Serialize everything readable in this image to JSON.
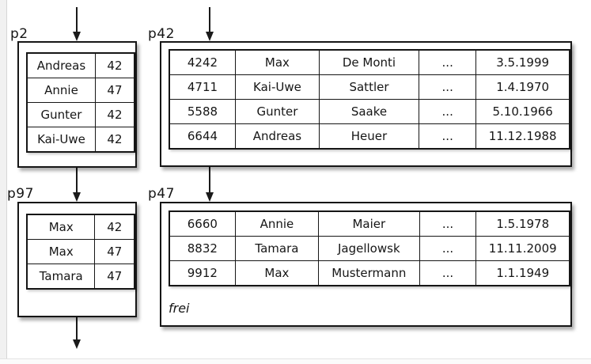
{
  "colors": {
    "ink": "#161616",
    "background": "#ffffff"
  },
  "pages": {
    "p2": {
      "label": "p2",
      "rows": [
        [
          "Andreas",
          "42"
        ],
        [
          "Annie",
          "47"
        ],
        [
          "Gunter",
          "42"
        ],
        [
          "Kai-Uwe",
          "42"
        ]
      ]
    },
    "p42": {
      "label": "p42",
      "rows": [
        [
          "4242",
          "Max",
          "De Monti",
          "...",
          "3.5.1999"
        ],
        [
          "4711",
          "Kai-Uwe",
          "Sattler",
          "...",
          "1.4.1970"
        ],
        [
          "5588",
          "Gunter",
          "Saake",
          "...",
          "5.10.1966"
        ],
        [
          "6644",
          "Andreas",
          "Heuer",
          "...",
          "11.12.1988"
        ]
      ]
    },
    "p97": {
      "label": "p97",
      "rows": [
        [
          "Max",
          "42"
        ],
        [
          "Max",
          "47"
        ],
        [
          "Tamara",
          "47"
        ]
      ]
    },
    "p47": {
      "label": "p47",
      "rows": [
        [
          "6660",
          "Annie",
          "Maier",
          "...",
          "1.5.1978"
        ],
        [
          "8832",
          "Tamara",
          "Jagellowsk",
          "...",
          "11.11.2009"
        ],
        [
          "9912",
          "Max",
          "Mustermann",
          "...",
          "1.1.1949"
        ]
      ],
      "free_label": "frei"
    }
  },
  "arrows": [
    {
      "name": "into-p2",
      "from": "top",
      "to": "p2"
    },
    {
      "name": "into-p42",
      "from": "top",
      "to": "p42"
    },
    {
      "name": "p2-to-p97",
      "from": "p2",
      "to": "p97"
    },
    {
      "name": "p42-to-p47",
      "from": "p42",
      "to": "p47"
    },
    {
      "name": "out-of-p97",
      "from": "p97",
      "to": "bottom"
    }
  ]
}
